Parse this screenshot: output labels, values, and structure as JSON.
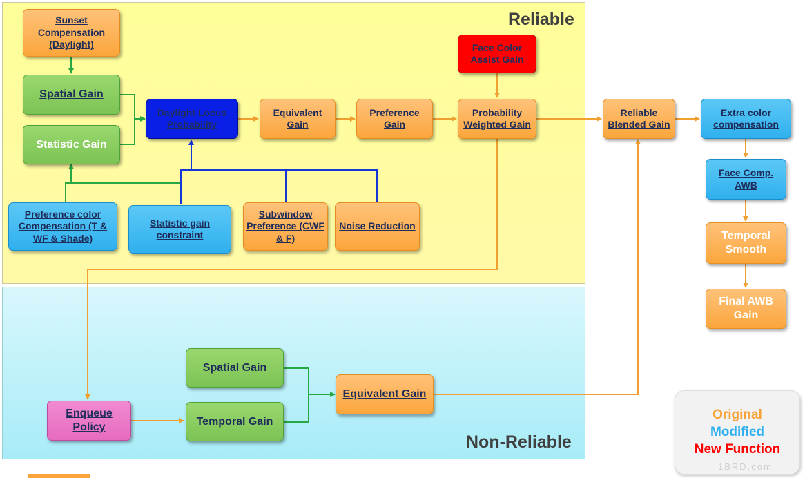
{
  "regions": {
    "reliable": "Reliable",
    "non_reliable": "Non-Reliable"
  },
  "nodes": {
    "sunset_comp": "Sunset Compensation (Daylight)",
    "spatial_gain_r": "Spatial Gain",
    "statistic_gain": "Statistic Gain",
    "daylight_locus": "Daylight Locus Probability",
    "equivalent_gain_r": "Equivalent Gain",
    "preference_gain": "Preference Gain",
    "face_color_assist": "Face Color Assist Gain",
    "prob_weighted_gain": "Probability Weighted Gain",
    "reliable_blended": "Reliable Blended Gain",
    "extra_color_comp": "Extra color compensation",
    "face_comp_awb": "Face Comp. AWB",
    "temporal_smooth": "Temporal Smooth",
    "final_awb": "Final AWB Gain",
    "pref_color_comp": "Preference color Compensation (T & WF & Shade)",
    "stat_gain_constraint": "Statistic gain constraint",
    "subwindow_pref": "Subwindow Preference (CWF & F)",
    "noise_reduction": "Noise Reduction",
    "spatial_gain_nr": "Spatial Gain",
    "temporal_gain": "Temporal Gain",
    "equivalent_gain_nr": "Equivalent Gain",
    "enqueue_policy": "Enqueue Policy"
  },
  "legend": {
    "original": "Original",
    "modified": "Modified",
    "new_function": "New Function"
  },
  "colors": {
    "original": "#f7a238",
    "modified": "#2eaff0",
    "new_function": "#ff0000",
    "green_arrow": "#27a844",
    "blue_arrow": "#1436d6",
    "orange_arrow": "#f0a030"
  },
  "watermark": "1BRD.com"
}
